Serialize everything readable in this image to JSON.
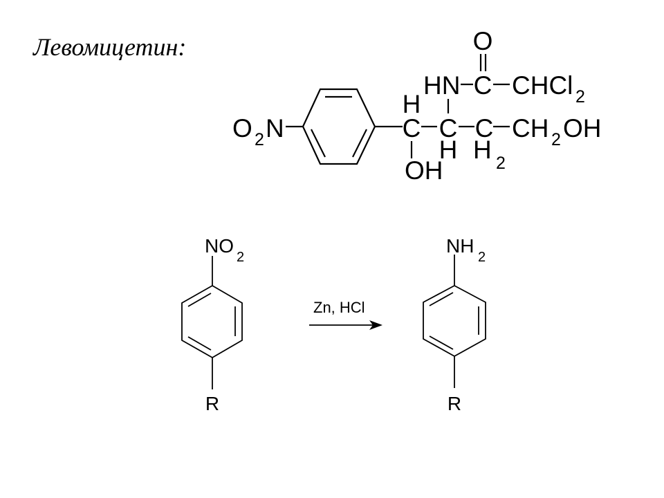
{
  "slide": {
    "title": "Левомицетин:",
    "chloramphenicol": {
      "o2n": {
        "O": "O",
        "sub": "2",
        "N": "N"
      },
      "c1": "C",
      "c1_h": "H",
      "c1_oh": "OH",
      "c2": "C",
      "c2_h": "H",
      "hn": "HN",
      "carbonyl_c": "C",
      "carbonyl_o": "O",
      "chcl": "CHCl",
      "chcl_sub": "2",
      "c3": "C",
      "c3_h": "H",
      "c3_h_sub": "2",
      "ch": "CH",
      "ch_sub": "2",
      "oh": "OH"
    },
    "reaction": {
      "reactant_group": {
        "main": "NO",
        "sub": "2"
      },
      "reactant_r": "R",
      "reagents": "Zn, HCl",
      "product_group": {
        "main": "NH",
        "sub": "2"
      },
      "product_r": "R"
    }
  }
}
